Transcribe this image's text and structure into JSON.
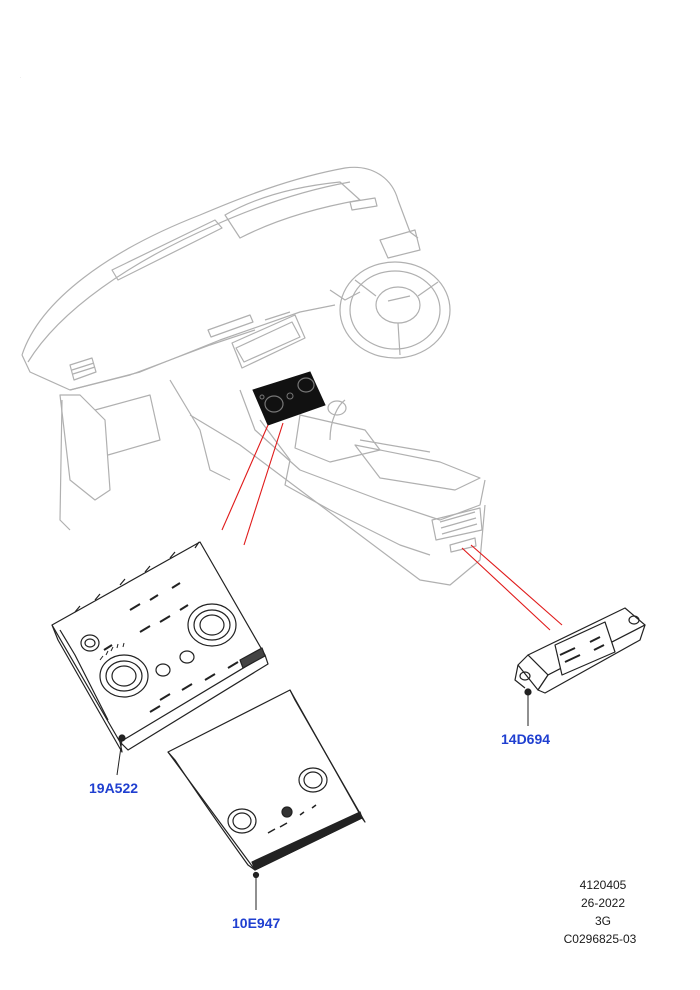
{
  "colors": {
    "callout": "#1f3fd0",
    "leader": "#e01a1a",
    "line": "#222222",
    "faint_line": "#b0b0b0",
    "panel": "#111111"
  },
  "callouts": {
    "climate_control_module": "19A522",
    "rear_seat_switch": "14D694",
    "bezel": "10E947"
  },
  "drawing_ref": {
    "number": "4120405",
    "date_code": "26-2022",
    "revision": "3G",
    "catalog_code": "C0296825-03"
  }
}
